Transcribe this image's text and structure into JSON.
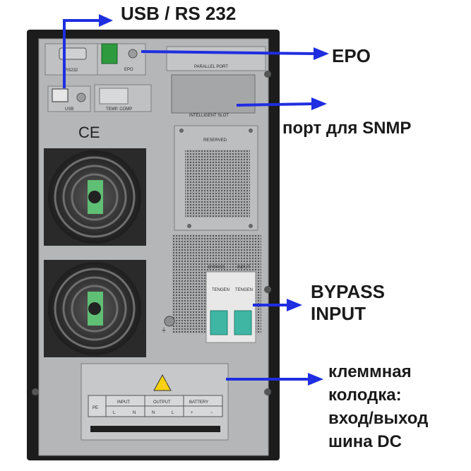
{
  "panel": {
    "labels": {
      "rs232": "RS232",
      "usb": "USB",
      "epo": "EPO",
      "parallel_port": "PARALLEL PORT",
      "temp_comp": "TEMP. COMP",
      "intelligent_slot": "INTELLIGENT SLOT",
      "reserved": "RESERVED",
      "bypass": "BYPASS",
      "input": "INPUT",
      "breaker_brand": "TENGEN",
      "ce_mark": "CE",
      "terminal_pe": "PE",
      "terminal_input": "INPUT",
      "terminal_output": "OUTPUT",
      "terminal_battery": "BATTERY",
      "term_l": "L",
      "term_n": "N",
      "term_plus": "+",
      "term_minus": "−",
      "ground_symbol": "⏚"
    }
  },
  "callouts": {
    "usb_rs232": "USB / RS 232",
    "epo": "EPO",
    "snmp": "порт для  SNMP",
    "bypass_line1": "BYPASS",
    "bypass_line2": "INPUT",
    "terminal_line1": "клеммная",
    "terminal_line2": "колодка:",
    "terminal_line3": "вход/выход",
    "terminal_line4": "шина DC"
  },
  "colors": {
    "arrow": "#1f2ee0",
    "panel": "#b4b6b8",
    "frame": "#1c1c1c",
    "breaker": "#3fb6a4"
  }
}
